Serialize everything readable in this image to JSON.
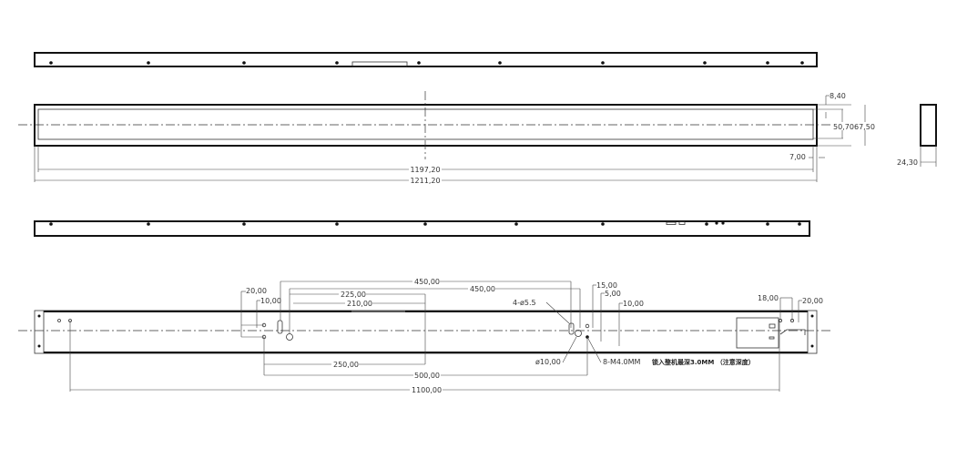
{
  "view_front_dims": {
    "inner_length": "1197,20",
    "outer_length": "1211,20",
    "bezel": "8,40",
    "inner_height": "50,70",
    "outer_height": "67,50",
    "edge_offset": "7,00"
  },
  "view_side_dims": {
    "depth": "24,30"
  },
  "view_back_dims": {
    "hole_spacing_1": "450,00",
    "hole_spacing_2": "450,00",
    "d_225": "225,00",
    "d_210": "210,00",
    "d_20_left": "20,00",
    "d_10_left": "10,00",
    "d_250": "250,00",
    "d_500": "500,00",
    "d_1100": "1100,00",
    "slot_holes": "4-ø5.5",
    "d_15": "15,00",
    "d_5": "5,00",
    "d_10_right": "10,00",
    "d_18": "18,00",
    "d_20_right": "20,00",
    "boss_dia": "ø10,00",
    "screw_holes": "8-M4.0MM",
    "note": "锁入整机最深3.0MM （注意深度）"
  }
}
